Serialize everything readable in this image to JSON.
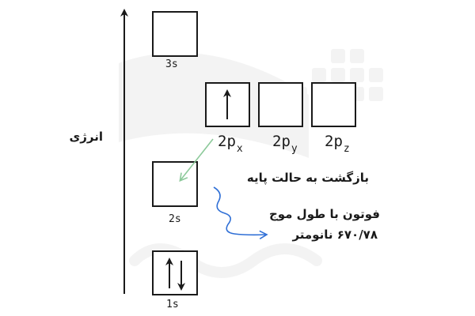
{
  "axis": {
    "label": "انرژی"
  },
  "orbitals": {
    "s3": {
      "label": "3s"
    },
    "p2": [
      {
        "main": "2p",
        "sub": "x",
        "electrons": "up"
      },
      {
        "main": "2p",
        "sub": "y",
        "electrons": ""
      },
      {
        "main": "2p",
        "sub": "z",
        "electrons": ""
      }
    ],
    "s2": {
      "label": "2s"
    },
    "s1": {
      "label": "1s",
      "electrons": "up-down"
    }
  },
  "annotations": {
    "return_label": "بازگشت به حالت پایه",
    "photon_line1": "فوتون با طول موج",
    "photon_line2": "۶۷۰/۷۸  نانومتر"
  },
  "colors": {
    "ink": "#1a1a1a",
    "return_arrow": "#8cc99a",
    "photon_arrow": "#2f6fd6",
    "watermark": "#f1f1f1"
  }
}
